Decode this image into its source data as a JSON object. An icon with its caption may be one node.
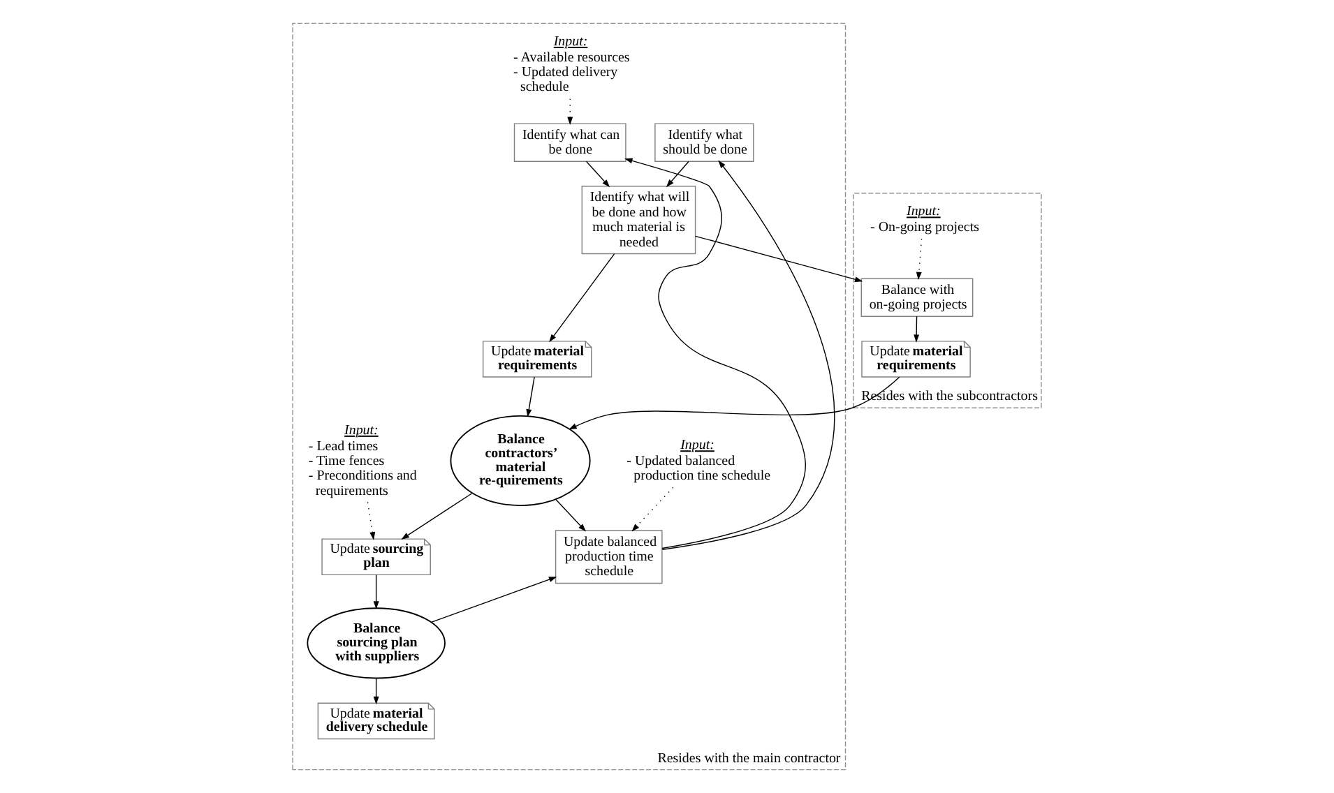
{
  "diagram": {
    "nodes": [
      {
        "text": [
          "Resides with the subcontractors"
        ]
      },
      {
        "text": [
          "Balance with on-going projects"
        ],
        "in": 0
      },
      {
        "text": [
          "Update **material requirements**"
        ],
        "in": 0
      },
      {
        "text": [
          "Input:",
          "- On-going projects"
        ],
        "in": 0
      },
      {
        "text": [
          "Resides with the main contractor"
        ]
      },
      {
        "text": [
          "Identify what will be done and how much material is needed"
        ],
        "in": 4
      },
      {
        "text": [
          "Identify what can be done"
        ],
        "in": 4
      },
      {
        "text": [
          "Identify what should be done"
        ],
        "in": 4
      },
      {
        "text": [
          "Input:",
          "- Available resources",
          "- Updated delivery schedule"
        ],
        "in": 4
      },
      {
        "text": [
          "Update **material requirements**"
        ],
        "in": 4
      },
      {
        "text": [
          "Balance contractors’ material re-quirements"
        ],
        "in": 4
      },
      {
        "text": [
          "Update balanced production time schedule"
        ],
        "in": 4
      },
      {
        "text": [
          "Input:",
          "- Updated balanced production tine schedule"
        ],
        "in": 4
      },
      {
        "text": [
          "Update **sourcing plan**"
        ],
        "in": 4
      },
      {
        "text": [
          "Input:",
          "- Lead times",
          "- Time fences",
          "- Preconditions and requirements"
        ],
        "in": 4
      },
      {
        "text": [
          "Balance sourcing plan with suppliers"
        ],
        "in": 4
      },
      {
        "text": [
          "Update **material delivery schedule**"
        ],
        "in": 4
      }
    ],
    "edges": [
      {
        "from": 3,
        "to": 1,
        "arrow": "to",
        "style": "dashed"
      },
      {
        "from": 5,
        "to": 1,
        "arrow": "to"
      },
      {
        "from": 6,
        "to": 5,
        "arrow": "to"
      },
      {
        "from": 7,
        "to": 5,
        "arrow": "to"
      },
      {
        "from": 8,
        "to": 6,
        "arrow": "to",
        "style": "dashed"
      },
      {
        "from": 11,
        "to": 6,
        "arrow": "to"
      },
      {
        "from": 11,
        "to": 7,
        "arrow": "to"
      },
      {
        "from": 1,
        "to": 2,
        "arrow": "to"
      },
      {
        "from": 5,
        "to": 9,
        "arrow": "to"
      },
      {
        "from": 9,
        "to": 10,
        "arrow": "to"
      },
      {
        "from": 2,
        "to": 10,
        "arrow": "to"
      },
      {
        "from": 10,
        "to": 11,
        "arrow": "to"
      },
      {
        "from": 10,
        "to": 13,
        "arrow": "to"
      },
      {
        "from": 12,
        "to": 11,
        "arrow": "to",
        "style": "dashed"
      },
      {
        "from": 14,
        "to": 13,
        "arrow": "to",
        "style": "dashed"
      },
      {
        "from": 13,
        "to": 15,
        "arrow": "to"
      },
      {
        "from": 15,
        "to": 11,
        "arrow": "to"
      },
      {
        "from": 15,
        "to": 16,
        "arrow": "to"
      }
    ]
  }
}
